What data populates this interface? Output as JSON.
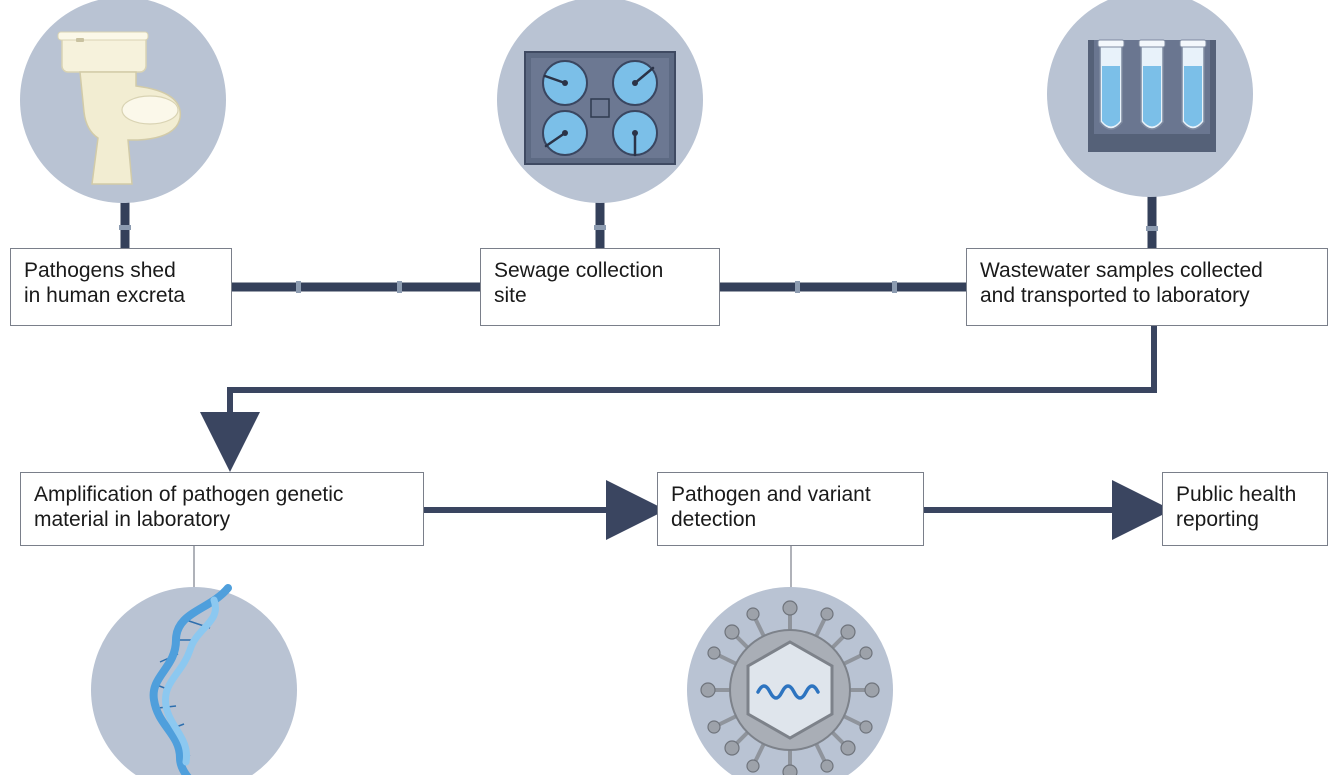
{
  "colors": {
    "pipe": "#34405a",
    "arrow": "#3a4560",
    "circle_bg": "#b9c3d3",
    "box_border": "#7a7f8a",
    "text": "#1a1a1a",
    "water": "#7bbfe8",
    "dna": "#4f9fdc",
    "virus_gray": "#8f949c"
  },
  "icons": {
    "toilet": "toilet-icon",
    "sewage": "sewage-tanks-icon",
    "tubes": "test-tubes-icon",
    "dna": "dna-helix-icon",
    "virus": "virus-icon"
  },
  "steps": {
    "shed": {
      "line1": "Pathogens shed",
      "line2": "in human excreta"
    },
    "sewage": {
      "line1": "Sewage collection",
      "line2": "site"
    },
    "samples": {
      "line1": "Wastewater samples collected",
      "line2": "and transported to laboratory"
    },
    "amplification": {
      "line1": "Amplification of pathogen genetic",
      "line2": "material in laboratory"
    },
    "detection": {
      "line1": "Pathogen and variant",
      "line2": "detection"
    },
    "reporting": {
      "line1": "Public health",
      "line2": "reporting"
    }
  }
}
